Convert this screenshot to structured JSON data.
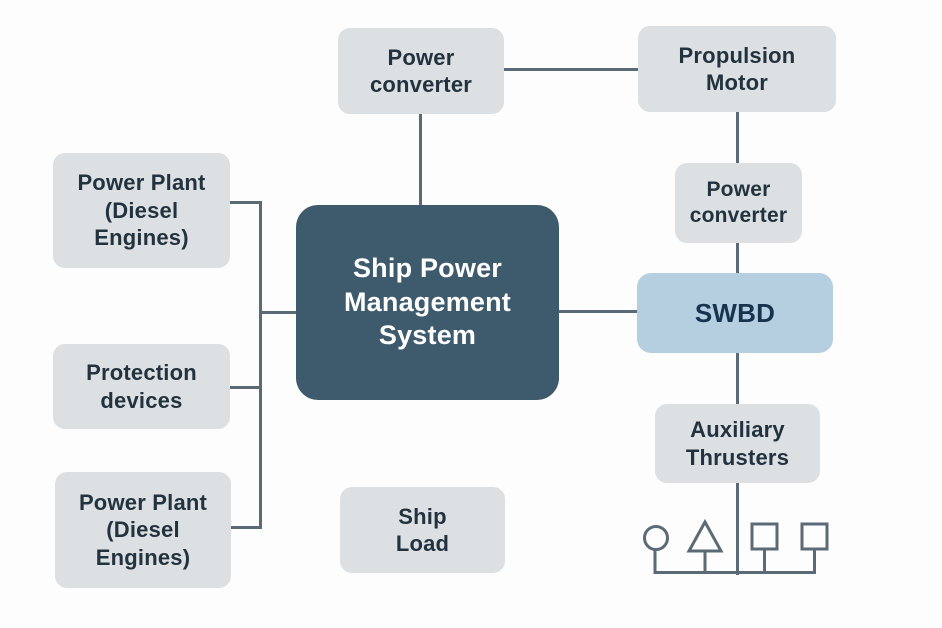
{
  "nodes": {
    "power_converter_top": {
      "label": "Power\nconverter"
    },
    "propulsion_motor": {
      "label": "Propulsion\nMotor"
    },
    "power_plant_top": {
      "label": "Power Plant\n(Diesel\nEngines)"
    },
    "pms": {
      "label": "Ship Power\nManagement\nSystem"
    },
    "protection_devices": {
      "label": "Protection\ndevices"
    },
    "power_plant_bottom": {
      "label": "Power Plant\n(Diesel\nEngines)"
    },
    "power_converter_right": {
      "label": "Power\nconverter"
    },
    "swbd": {
      "label": "SWBD"
    },
    "auxiliary_thrusters": {
      "label": "Auxiliary\nThrusters"
    },
    "ship_load": {
      "label": "Ship\nLoad"
    }
  },
  "load_symbols": [
    "circle",
    "triangle",
    "square",
    "square"
  ],
  "colors": {
    "background": "#fdfdfd",
    "node_fill": "#dce0e3",
    "node_text": "#22333f",
    "primary_fill": "#3e5a6d",
    "primary_text": "#ffffff",
    "accent_fill": "#b6cfe0",
    "accent_text": "#163450",
    "connector": "#5a6a76"
  }
}
